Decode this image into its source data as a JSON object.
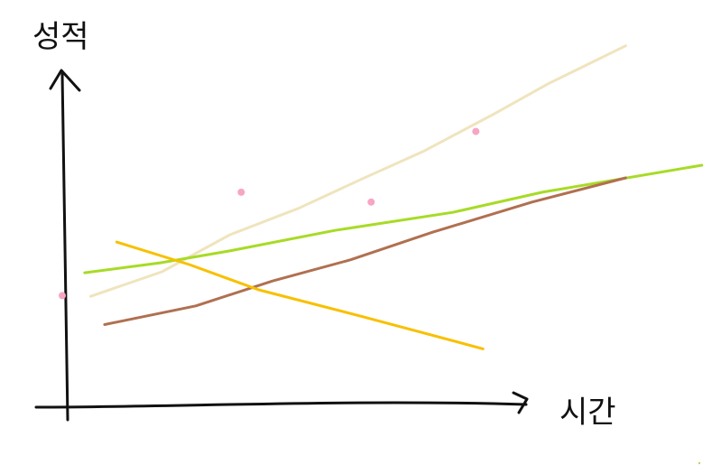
{
  "chart_data": {
    "type": "line",
    "title": "",
    "xlabel": "시간",
    "ylabel": "성적",
    "xlim": [
      0,
      100
    ],
    "ylim": [
      0,
      100
    ],
    "grid": false,
    "legend": "none",
    "axis_color": "#111111",
    "series": [
      {
        "color": "#efe4bd",
        "x": [
          3.8,
          15.6,
          26.8,
          38.2,
          48.8,
          59.0,
          70.5,
          79.5,
          92.3
        ],
        "y": [
          31.7,
          38.9,
          49.7,
          57.5,
          66.2,
          74.3,
          85.1,
          94.0,
          105.1
        ]
      },
      {
        "color": "#a7db25",
        "x": [
          2.8,
          15.3,
          26.8,
          44.2,
          63.7,
          78.5,
          104.9
        ],
        "y": [
          38.6,
          41.5,
          45.0,
          51.0,
          56.3,
          62.2,
          70.1
        ]
      },
      {
        "color": "#b07050",
        "x": [
          6.1,
          21.2,
          33.9,
          46.8,
          60.4,
          76.8,
          92.3
        ],
        "y": [
          23.4,
          28.9,
          36.2,
          42.4,
          50.5,
          59.3,
          66.4
        ]
      },
      {
        "color": "#f8c000",
        "x": [
          8.1,
          20.1,
          31.6,
          48.9,
          68.7
        ],
        "y": [
          47.6,
          41.0,
          33.6,
          25.7,
          16.3
        ]
      }
    ],
    "scatter": {
      "color": "#f8a5c4",
      "x": [
        -0.9,
        28.7,
        50.2,
        67.5
      ],
      "y": [
        31.9,
        62.2,
        59.3,
        80.0
      ]
    }
  }
}
